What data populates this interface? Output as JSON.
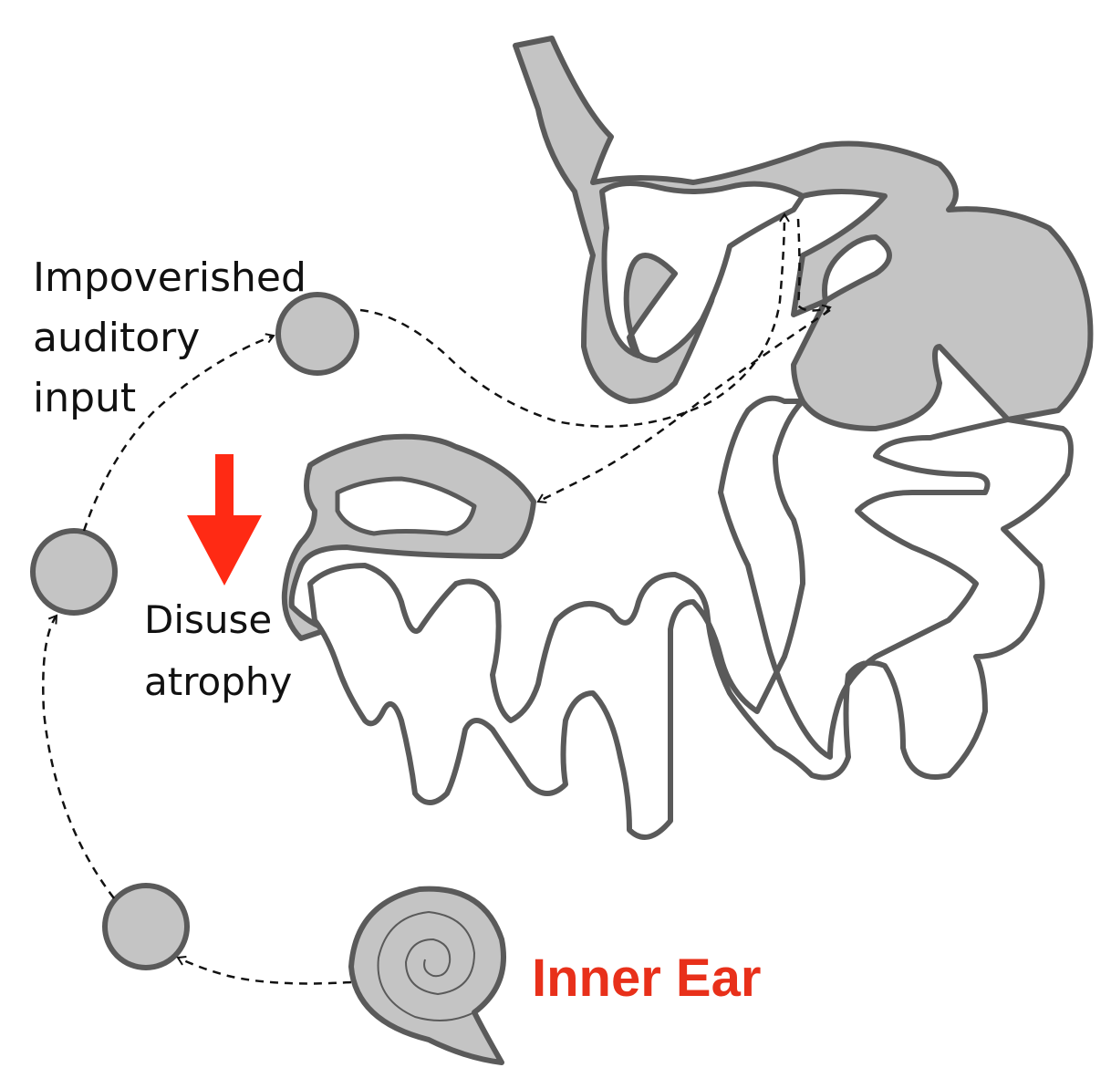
{
  "labels": {
    "input_line1": "Impoverished",
    "input_line2": "auditory",
    "input_line3": "input",
    "atrophy_line1": "Disuse",
    "atrophy_line2": "atrophy",
    "inner_ear": "Inner Ear"
  },
  "colors": {
    "tissue_fill": "#c4c4c4",
    "outline": "#5a5a5a",
    "arrow_red": "#ff2a14",
    "label_red": "#e8301a",
    "dashed_path": "#111111"
  }
}
